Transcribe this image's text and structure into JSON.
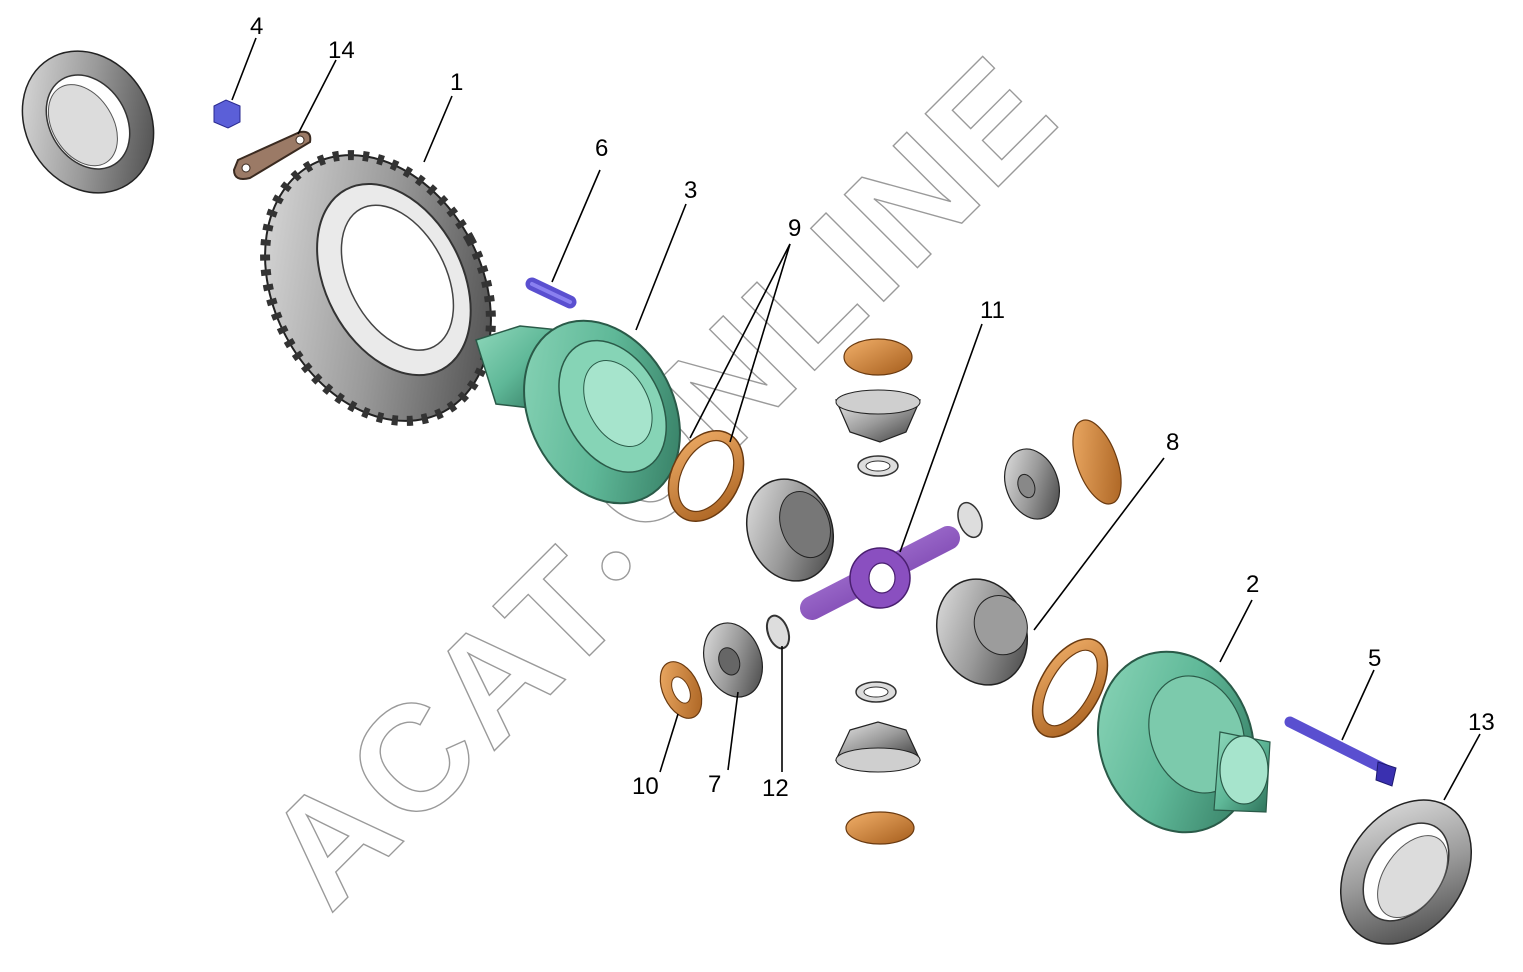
{
  "watermark": {
    "left": "ACAT",
    "right": "ONLINE"
  },
  "callouts": [
    {
      "id": "1",
      "label": "1"
    },
    {
      "id": "2",
      "label": "2"
    },
    {
      "id": "3",
      "label": "3"
    },
    {
      "id": "4",
      "label": "4"
    },
    {
      "id": "5",
      "label": "5"
    },
    {
      "id": "6",
      "label": "6"
    },
    {
      "id": "7",
      "label": "7"
    },
    {
      "id": "8",
      "label": "8"
    },
    {
      "id": "9",
      "label": "9"
    },
    {
      "id": "10",
      "label": "10"
    },
    {
      "id": "11",
      "label": "11"
    },
    {
      "id": "12",
      "label": "12"
    },
    {
      "id": "13",
      "label": "13"
    },
    {
      "id": "14",
      "label": "14"
    }
  ],
  "colors": {
    "housing": "#5fb898",
    "housing_dark": "#2f7a5e",
    "spider": "#8a4fc0",
    "pin": "#6a5ad8",
    "washer": "#d8883a",
    "washer_dark": "#7a4510",
    "steel": "#b9b9b9",
    "steel_dark": "#4a4a4a",
    "gasket": "#8a6a58"
  }
}
